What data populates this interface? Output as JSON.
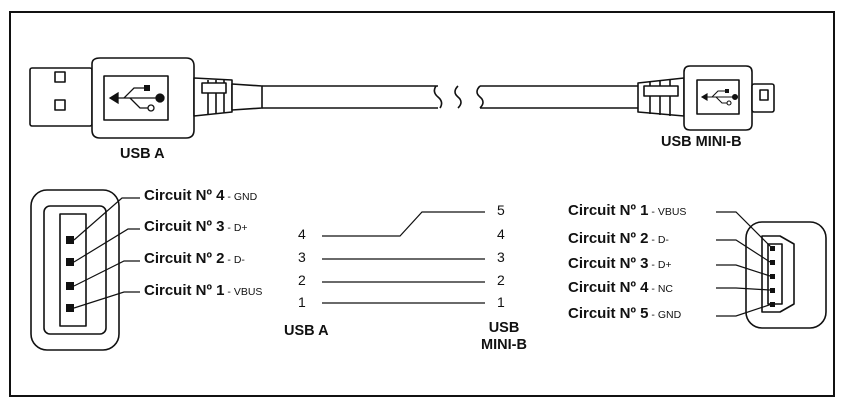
{
  "labels": {
    "usb_a_top": "USB A",
    "usb_mini_b_top": "USB MINI-B",
    "usb_a_bottom": "USB A",
    "usb_mini_b_bottom_line1": "USB",
    "usb_mini_b_bottom_line2": "MINI-B"
  },
  "usb_a_circuits": [
    {
      "circuit": "Circuit Nº 4",
      "signal": " - GND"
    },
    {
      "circuit": "Circuit Nº 3",
      "signal": " - D+"
    },
    {
      "circuit": "Circuit Nº 2",
      "signal": " - D-"
    },
    {
      "circuit": "Circuit Nº 1",
      "signal": " - VBUS"
    }
  ],
  "mini_b_circuits": [
    {
      "circuit": "Circuit Nº 1",
      "signal": " - VBUS"
    },
    {
      "circuit": "Circuit Nº 2",
      "signal": " - D-"
    },
    {
      "circuit": "Circuit Nº 3",
      "signal": " - D+"
    },
    {
      "circuit": "Circuit Nº 4",
      "signal": " - NC"
    },
    {
      "circuit": "Circuit Nº 5",
      "signal": " - GND"
    }
  ],
  "wiring": {
    "left_pins": [
      "4",
      "3",
      "2",
      "1"
    ],
    "right_pins": [
      "5",
      "4",
      "3",
      "2",
      "1"
    ]
  },
  "icons": [
    "usb-trident-icon"
  ],
  "colors": {
    "line": "#111111",
    "background": "#ffffff"
  }
}
